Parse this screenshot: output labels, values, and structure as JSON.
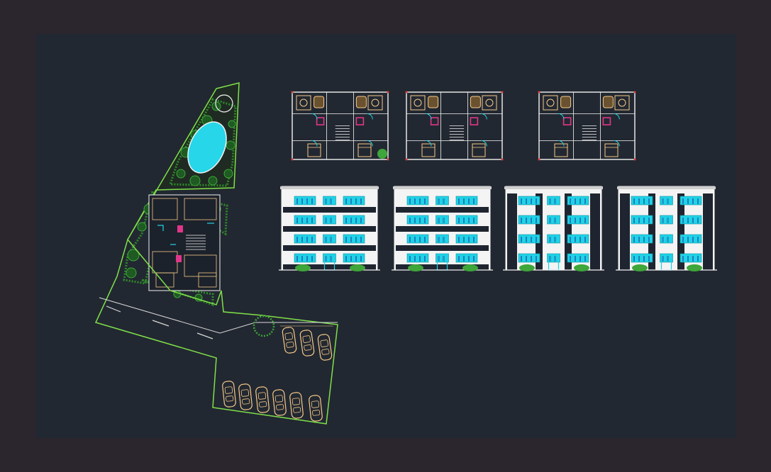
{
  "viewer": {
    "outer_background": "#2b262e",
    "model_space_background": "#222831"
  },
  "colors": {
    "site_boundary": "#7fe04a",
    "vegetation": "#2f8a2a",
    "pool": "#27d6e8",
    "road_line": "#d8d8d8",
    "wall": "#f2f2f2",
    "furniture": "#f6c98a",
    "accent_magenta": "#e0368a",
    "window_cyan": "#1fd3e6",
    "window_glyph": "#1b4fa8",
    "door_red": "#e23b3b",
    "tree_green": "#3ea63a"
  },
  "drawing": {
    "site_plan": {
      "type": "site-plan",
      "parking_top_row": 3,
      "parking_bottom_row": 6
    },
    "floor_plans": [
      {
        "name": "plan-1"
      },
      {
        "name": "plan-2"
      },
      {
        "name": "plan-3"
      }
    ],
    "elevations": [
      {
        "name": "elevation-1",
        "floors": 4
      },
      {
        "name": "elevation-2",
        "floors": 4
      },
      {
        "name": "elevation-3",
        "floors": 4
      },
      {
        "name": "elevation-4",
        "floors": 4
      }
    ]
  }
}
